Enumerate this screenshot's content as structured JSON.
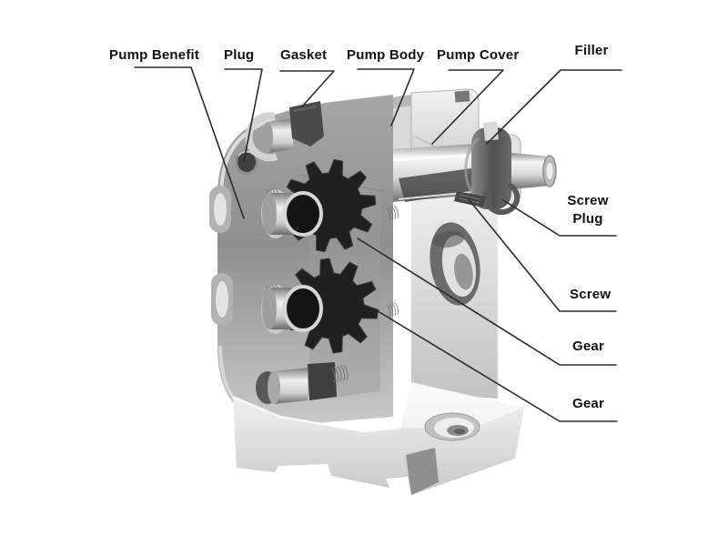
{
  "diagram": {
    "background_color": "#ffffff",
    "label_text_color": "#111111",
    "leader_line_color": "#2b2b2b",
    "labels": {
      "pump_benefit": "Pump Benefit",
      "plug": "Plug",
      "gasket": "Gasket",
      "pump_body": "Pump Body",
      "pump_cover": "Pump Cover",
      "filler": "Filler",
      "screw_plug_line1": "Screw",
      "screw_plug_line2": "Plug",
      "screw": "Screw",
      "gear_upper": "Gear",
      "gear_lower": "Gear"
    }
  }
}
